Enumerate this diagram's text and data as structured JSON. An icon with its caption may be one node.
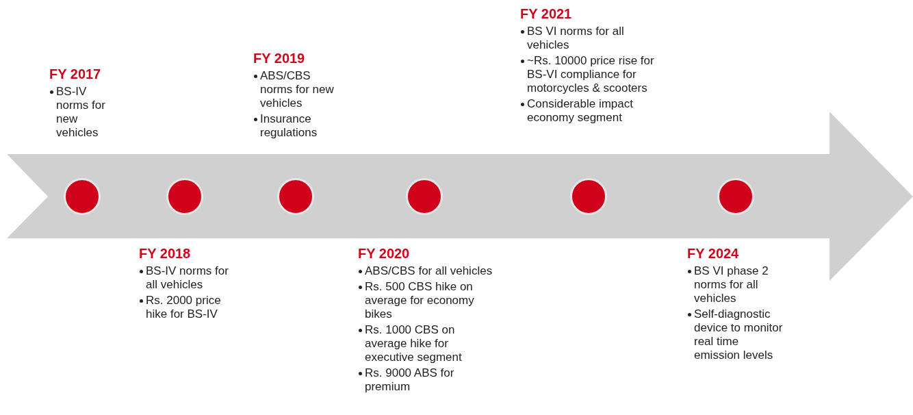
{
  "diagram": {
    "nodes": [
      {
        "text": [],
        "shape": "circle",
        "beside": [
          "FY 2017",
          "BS-IV norms for new vehicles"
        ]
      },
      {
        "text": [],
        "shape": "circle",
        "beside": [
          "FY 2018",
          "BS-IV norms for all vehicles",
          "Rs. 2000 price hike for BS-IV"
        ]
      },
      {
        "text": [],
        "shape": "circle",
        "beside": [
          "FY 2019",
          "ABS/CBS norms for new vehicles",
          "Insurance regulations"
        ]
      },
      {
        "text": [],
        "shape": "circle",
        "beside": [
          "FY 2020",
          "ABS/CBS for all vehicles",
          "Rs. 500 CBS hike on average for economy bikes",
          "Rs. 1000 CBS on average hike for executive segment",
          "Rs. 9000 ABS for premium"
        ]
      },
      {
        "text": [],
        "shape": "circle",
        "beside": [
          "FY 2021",
          "BS VI norms for all vehicles",
          "~Rs. 10000 price rise for BS-VI compliance for motorcycles & scooters",
          "Considerable impact economy segment"
        ]
      },
      {
        "text": [],
        "shape": "circle",
        "beside": [
          "FY 2024",
          "BS VI phase 2 norms for all vehicles",
          "Self-diagnostic device to monitor real time emission levels"
        ]
      }
    ]
  }
}
